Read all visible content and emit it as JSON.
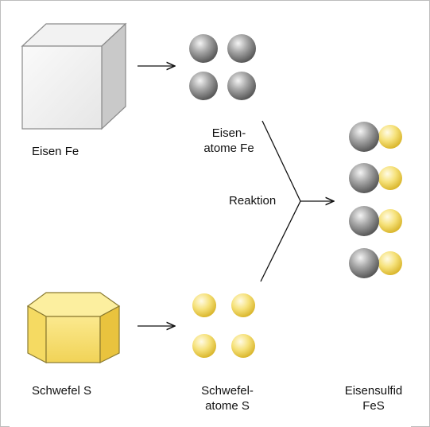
{
  "labels": {
    "iron": "Eisen Fe",
    "iron_atoms": [
      "Eisen-",
      "atome Fe"
    ],
    "reaction": "Reaktion",
    "sulfur": "Schwefel S",
    "sulfur_atoms": [
      "Schwefel-",
      "atome S"
    ],
    "product": [
      "Eisensulfid",
      "FeS"
    ]
  },
  "colors": {
    "iron": "#8f8f8f",
    "sulfur": "#f3dc70",
    "frame": "#bdbdbd"
  },
  "counts": {
    "iron_atoms": 4,
    "sulfur_atoms": 4,
    "fes_pairs": 4
  }
}
